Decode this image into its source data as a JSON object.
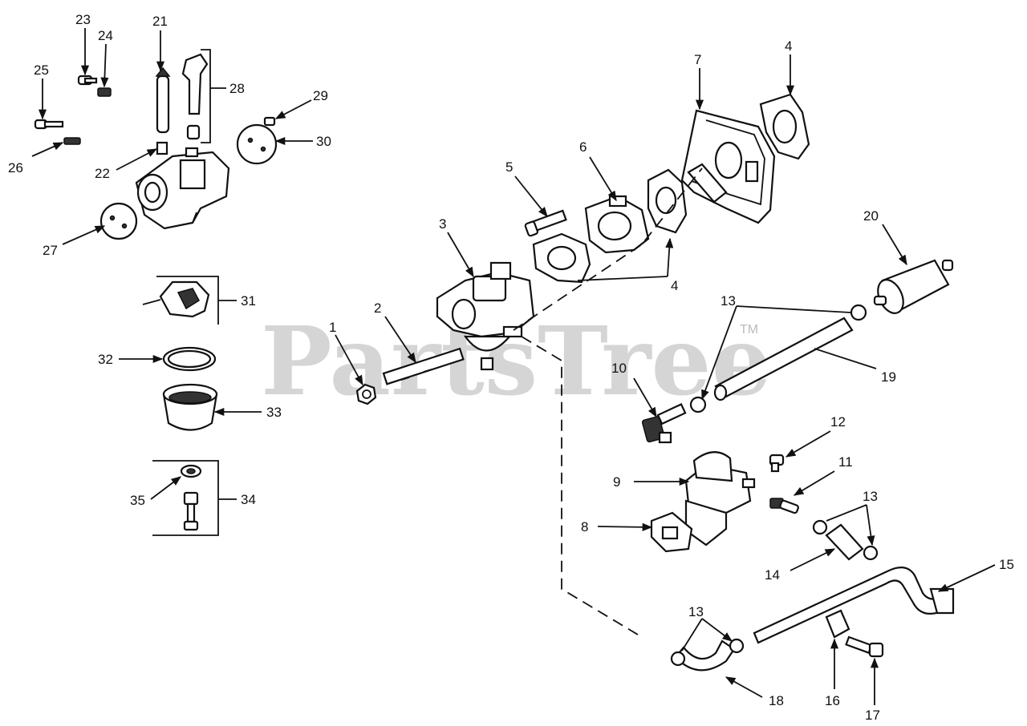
{
  "watermark": {
    "text": "PartsTree",
    "trademark": "TM"
  },
  "parts": [
    {
      "n": "1"
    },
    {
      "n": "2"
    },
    {
      "n": "3"
    },
    {
      "n": "4"
    },
    {
      "n": "5"
    },
    {
      "n": "6"
    },
    {
      "n": "7"
    },
    {
      "n": "8"
    },
    {
      "n": "9"
    },
    {
      "n": "10"
    },
    {
      "n": "11"
    },
    {
      "n": "12"
    },
    {
      "n": "13"
    },
    {
      "n": "14"
    },
    {
      "n": "15"
    },
    {
      "n": "16"
    },
    {
      "n": "17"
    },
    {
      "n": "18"
    },
    {
      "n": "19"
    },
    {
      "n": "20"
    },
    {
      "n": "21"
    },
    {
      "n": "22"
    },
    {
      "n": "23"
    },
    {
      "n": "24"
    },
    {
      "n": "25"
    },
    {
      "n": "26"
    },
    {
      "n": "27"
    },
    {
      "n": "28"
    },
    {
      "n": "29"
    },
    {
      "n": "30"
    },
    {
      "n": "31"
    },
    {
      "n": "32"
    },
    {
      "n": "33"
    },
    {
      "n": "34"
    },
    {
      "n": "35"
    }
  ],
  "colors": {
    "line": "#111111",
    "watermark": "#c8c8c8",
    "background": "#ffffff"
  }
}
